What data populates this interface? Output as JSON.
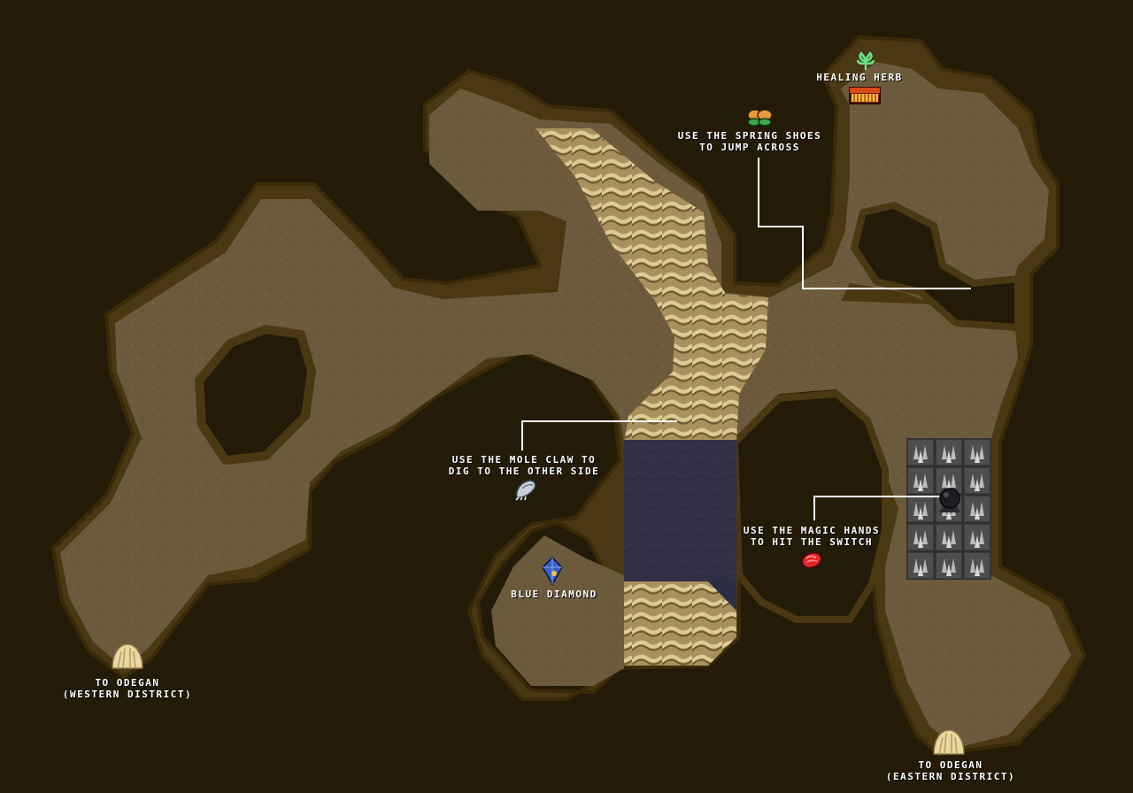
{
  "map": {
    "title": "",
    "colors": {
      "void": "#231a08",
      "floor": "#6b5b3c",
      "rock_rim": "#4a3812",
      "sand_dunes": "#b09a68",
      "water": "#2c2c44",
      "spikes": "#5a5a5a"
    },
    "annotations": {
      "healing_herb": "HEALING HERB",
      "spring_shoes_line1": "USE THE SPRING SHOES",
      "spring_shoes_line2": "TO JUMP ACROSS",
      "mole_claw_line1": "USE THE MOLE CLAW TO",
      "mole_claw_line2": "DIG TO THE OTHER SIDE",
      "blue_diamond": "BLUE DIAMOND",
      "magic_hands_line1": "USE THE MAGIC HANDS",
      "magic_hands_line2": "TO HIT THE SWITCH",
      "west_exit_line1": "TO ODEGAN",
      "west_exit_line2": "(WESTERN DISTRICT)",
      "east_exit_line1": "TO ODEGAN",
      "east_exit_line2": "(EASTERN DISTRICT)"
    },
    "icons": [
      "herb-icon",
      "treasure-chest-icon",
      "spring-shoes-icon",
      "mole-claw-icon",
      "blue-diamond-icon",
      "magic-hands-icon",
      "switch-icon",
      "spike-trap-icon",
      "exit-mound-icon"
    ]
  }
}
